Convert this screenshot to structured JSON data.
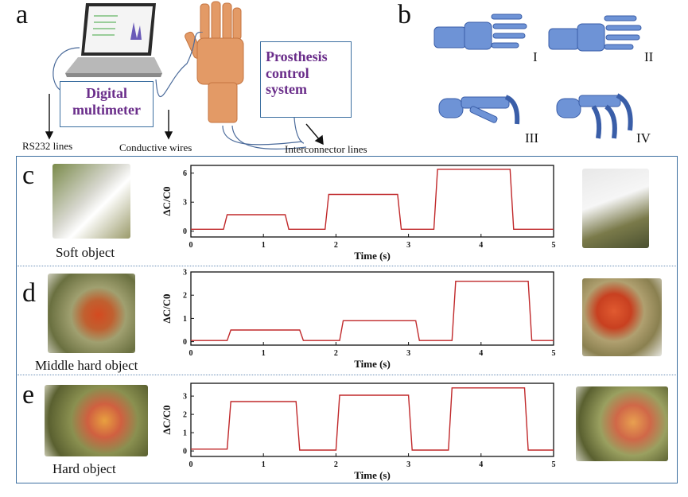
{
  "panel_a": {
    "letter": "a",
    "multimeter_label": [
      "Digital",
      "multimeter"
    ],
    "prosthesis_label": [
      "Prosthesis",
      "control",
      "system"
    ],
    "rs232": "RS232 lines",
    "conductive": "Conductive wires",
    "interconnector": "Interconnector lines"
  },
  "panel_b": {
    "letter": "b",
    "poses": [
      "I",
      "II",
      "III",
      "IV"
    ]
  },
  "rows": [
    {
      "letter": "c",
      "caption": "Soft object"
    },
    {
      "letter": "d",
      "caption": "Middle hard object"
    },
    {
      "letter": "e",
      "caption": "Hard object"
    }
  ],
  "colors": {
    "trace": "#c0282a",
    "frame": "#3c6fa0",
    "label": "#6a2d8a",
    "hand": "#4a78c0",
    "orange_hand": "#e39a66"
  },
  "chart_data": [
    {
      "type": "line",
      "xlabel": "Time (s)",
      "ylabel": "ΔC/C0",
      "xlim": [
        0,
        5
      ],
      "ylim": [
        -0.6,
        6.8
      ],
      "xticks": [
        0,
        1,
        2,
        3,
        4,
        5
      ],
      "yticks": [
        0,
        3,
        6
      ],
      "x": [
        0,
        0.45,
        0.5,
        1.3,
        1.35,
        1.85,
        1.9,
        2.85,
        2.9,
        3.35,
        3.4,
        4.4,
        4.45,
        5
      ],
      "y": [
        0.2,
        0.2,
        1.7,
        1.7,
        0.2,
        0.2,
        3.8,
        3.8,
        0.2,
        0.2,
        6.4,
        6.4,
        0.2,
        0.2
      ]
    },
    {
      "type": "line",
      "xlabel": "Time (s)",
      "ylabel": "ΔC/C0",
      "xlim": [
        0,
        5
      ],
      "ylim": [
        -0.15,
        3
      ],
      "xticks": [
        0,
        1,
        2,
        3,
        4,
        5
      ],
      "yticks": [
        0,
        1,
        2,
        3
      ],
      "x": [
        0,
        0.5,
        0.55,
        1.5,
        1.55,
        2.05,
        2.1,
        3.1,
        3.15,
        3.6,
        3.65,
        4.65,
        4.7,
        5
      ],
      "y": [
        0.05,
        0.05,
        0.5,
        0.5,
        0.05,
        0.05,
        0.9,
        0.9,
        0.05,
        0.05,
        2.6,
        2.6,
        0.05,
        0.05
      ]
    },
    {
      "type": "line",
      "xlabel": "Time (s)",
      "ylabel": "ΔC/C0",
      "xlim": [
        0,
        5
      ],
      "ylim": [
        -0.3,
        3.7
      ],
      "xticks": [
        0,
        1,
        2,
        3,
        4,
        5
      ],
      "yticks": [
        0,
        1,
        2,
        3
      ],
      "x": [
        0,
        0.5,
        0.55,
        1.45,
        1.5,
        2.0,
        2.05,
        3.0,
        3.05,
        3.55,
        3.6,
        4.6,
        4.65,
        5
      ],
      "y": [
        0.1,
        0.1,
        2.7,
        2.7,
        0.05,
        0.05,
        3.05,
        3.05,
        0.05,
        0.05,
        3.45,
        3.45,
        0.05,
        0.05
      ]
    }
  ]
}
